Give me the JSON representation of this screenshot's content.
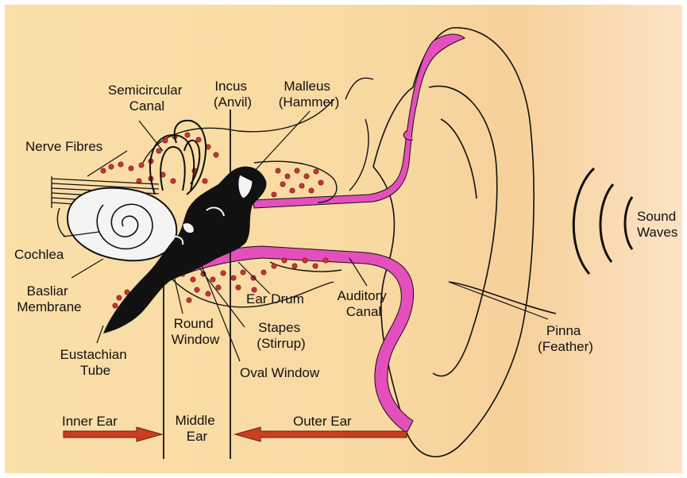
{
  "colors": {
    "background_left": "#fadca3",
    "background_right": "#f7cf98",
    "line": "#111111",
    "canal_lining": "#e44fbd",
    "bone_dots": "#c43535",
    "arrow": "#c8401e",
    "cochlea": "#f4f4f4"
  },
  "labels": {
    "semicircular_canal": [
      "Semicircular",
      "Canal"
    ],
    "incus": [
      "Incus",
      "(Anvil)"
    ],
    "malleus": [
      "Malleus",
      "(Hammer)"
    ],
    "nerve_fibres": "Nerve Fibres",
    "cochlea": "Cochlea",
    "basilar_membrane": [
      "Basliar",
      "Membrane"
    ],
    "eustachian_tube": [
      "Eustachian",
      "Tube"
    ],
    "round_window": [
      "Round",
      "Window"
    ],
    "stapes": [
      "Stapes",
      "(Stirrup)"
    ],
    "oval_window": "Oval Window",
    "ear_drum": "Ear Drum",
    "auditory_canal": [
      "Auditory",
      "Canal"
    ],
    "pinna": [
      "Pinna",
      "(Feather)"
    ],
    "sound_waves": [
      "Sound",
      "Waves"
    ]
  },
  "sections": {
    "inner_ear": "Inner Ear",
    "middle_ear": [
      "Middle",
      "Ear"
    ],
    "outer_ear": "Outer Ear"
  }
}
